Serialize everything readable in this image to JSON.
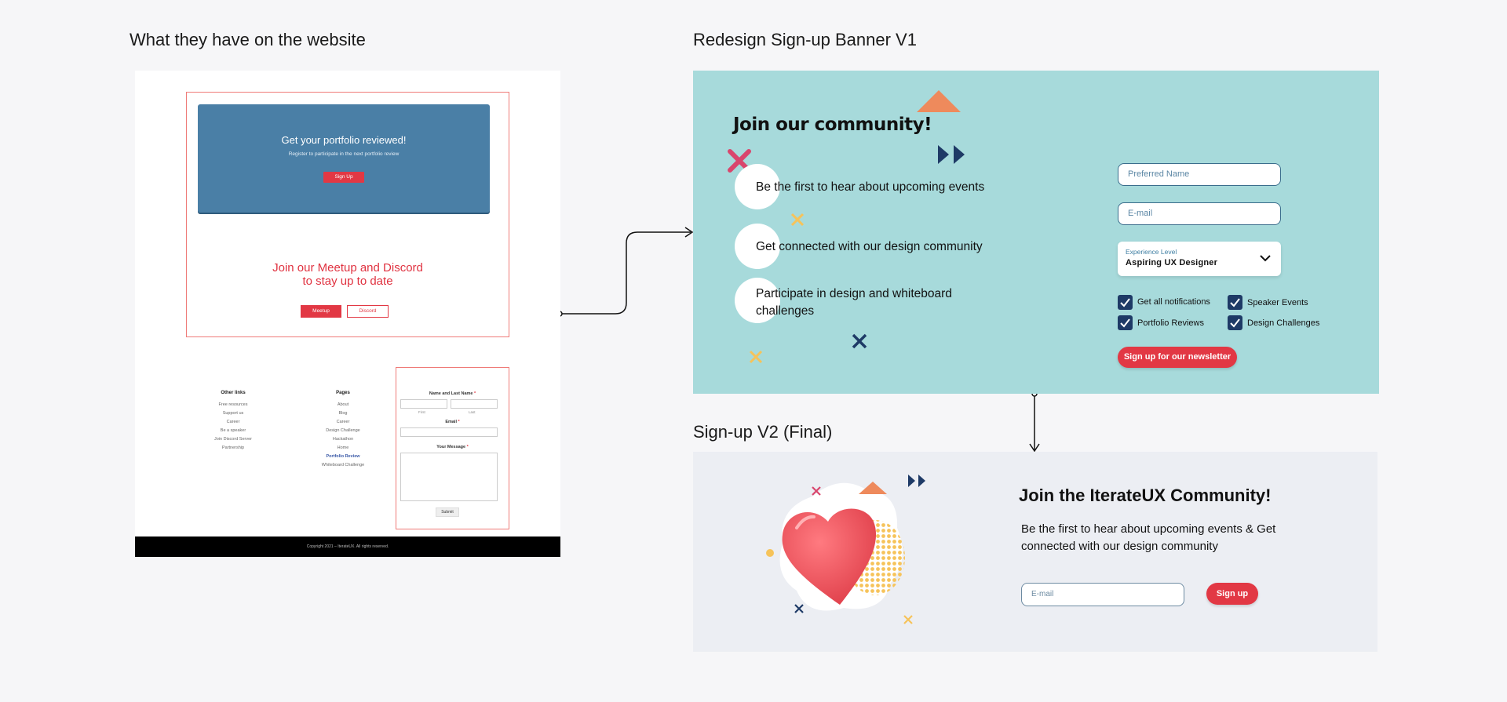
{
  "sections": {
    "website": "What they have on the website",
    "v1": "Redesign Sign-up Banner V1",
    "v2": "Sign-up V2 (Final)"
  },
  "website": {
    "hero_title": "Get your portfolio reviewed!",
    "hero_sub": "Register to participate in the next portfolio review",
    "hero_button": "Sign Up",
    "meetup_title_line1": "Join our Meetup and Discord",
    "meetup_title_line2": "to stay up to date",
    "meetup_button": "Meetup",
    "discord_button": "Discord",
    "other_links": {
      "heading": "Other links",
      "items": [
        "Free resources",
        "Support us",
        "Career",
        "Be a speaker",
        "Join Discord Server",
        "Partnership"
      ]
    },
    "pages": {
      "heading": "Pages",
      "items": [
        "About",
        "Blog",
        "Career",
        "Design Challenge",
        "Hackathon",
        "Home",
        "Portfolio Review",
        "Whiteboard Challenge"
      ],
      "active": "Portfolio Review"
    },
    "form": {
      "name_label": "Name and Last Name",
      "first": "First",
      "last": "Last",
      "email_label": "Email",
      "message_label": "Your Message",
      "required_mark": "*",
      "submit": "Submit"
    },
    "footer": "Copyright 2021 – IterateUX. All rights reserved."
  },
  "v1": {
    "title": "Join our community!",
    "bullets": [
      "Be the first to hear about upcoming events",
      "Get connected with our design community",
      "Participate in design and whiteboard challenges"
    ],
    "name_placeholder": "Preferred Name",
    "email_placeholder": "E-mail",
    "select_label": "Experience Level",
    "select_value": "Aspiring UX Designer",
    "checkboxes": [
      "Get all notifications",
      "Speaker Events",
      "Portfolio Reviews",
      "Design Challenges"
    ],
    "signup": "Sign up for our newsletter"
  },
  "v2": {
    "title": "Join the IterateUX Community!",
    "text": "Be the first to hear about upcoming events & Get connected with our design community",
    "email_placeholder": "E-mail",
    "signup": "Sign up"
  },
  "colors": {
    "accent_red": "#e23844",
    "navy": "#1e3a66",
    "teal_bg": "#a7dadb",
    "hero_blue": "#4a7fa6",
    "orange": "#ee8a5c",
    "yellow": "#f6c35a",
    "pink": "#d9466d"
  },
  "icons": [
    "chevron-down-icon",
    "checkmark-icon",
    "triangle-shape",
    "double-play-icon",
    "cross-shape",
    "heart-illustration",
    "dot-pattern"
  ]
}
